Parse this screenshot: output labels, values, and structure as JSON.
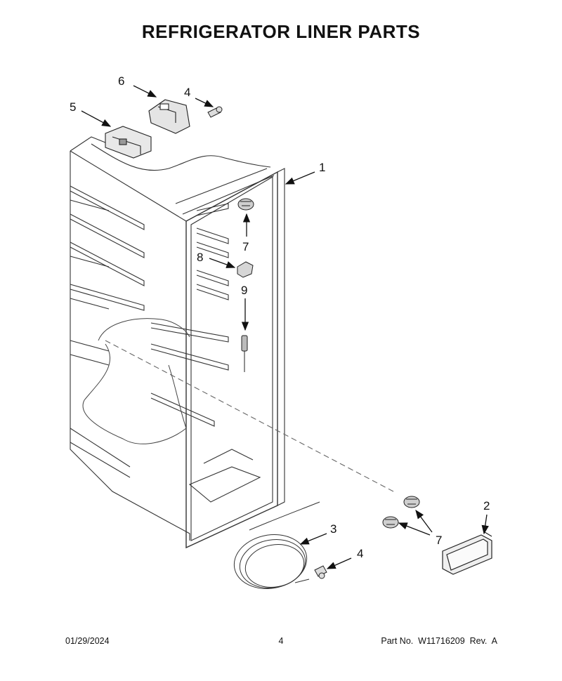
{
  "title": "REFRIGERATOR LINER PARTS",
  "callouts": [
    {
      "id": "c6",
      "label": "6"
    },
    {
      "id": "c4a",
      "label": "4"
    },
    {
      "id": "c5",
      "label": "5"
    },
    {
      "id": "c1",
      "label": "1"
    },
    {
      "id": "c7a",
      "label": "7"
    },
    {
      "id": "c8",
      "label": "8"
    },
    {
      "id": "c9",
      "label": "9"
    },
    {
      "id": "c2",
      "label": "2"
    },
    {
      "id": "c7b",
      "label": "7"
    },
    {
      "id": "c3",
      "label": "3"
    },
    {
      "id": "c4b",
      "label": "4"
    }
  ],
  "footer": {
    "date": "01/29/2024",
    "page": "4",
    "part_info": "Part No.  W11716209  Rev.  A"
  }
}
